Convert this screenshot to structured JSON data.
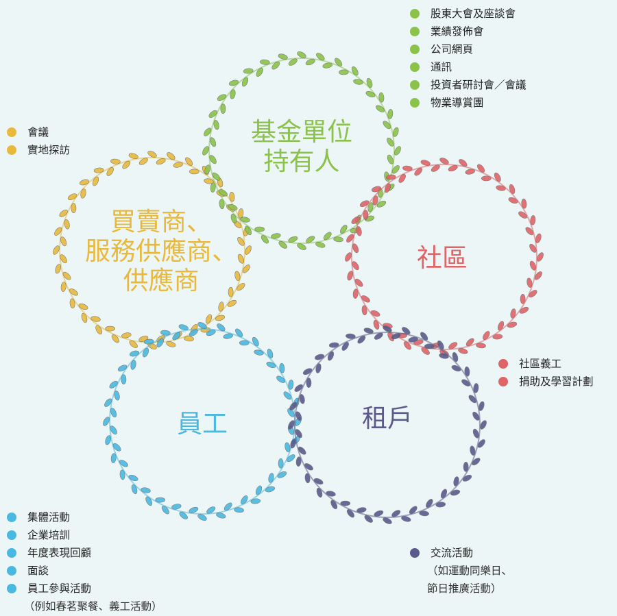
{
  "colors": {
    "background": "#ecf6f6",
    "unitholders": "#8bc34a",
    "community": "#e06366",
    "tenants": "#5a5a8c",
    "staff": "#4ab8e0",
    "suppliers": "#e8b93d"
  },
  "circles": {
    "unitholders": {
      "lines": [
        "基金單位",
        "持有人"
      ]
    },
    "community": {
      "lines": [
        "社區"
      ]
    },
    "tenants": {
      "lines": [
        "租戶"
      ]
    },
    "staff": {
      "lines": [
        "員工"
      ]
    },
    "suppliers": {
      "lines": [
        "買賣商、",
        "服務供應商、",
        "供應商"
      ]
    }
  },
  "lists": {
    "unitholders": [
      "股東大會及座談會",
      "業績發佈會",
      "公司網頁",
      "通訊",
      "投資者研討會／會議",
      "物業導賞團"
    ],
    "suppliers": [
      "會議",
      "實地探訪"
    ],
    "community": [
      "社區義工",
      "捐助及學習計劃"
    ],
    "tenants": {
      "items": [
        "交流活動"
      ],
      "notes": [
        "（如運動同樂日、",
        "節日推廣活動）"
      ]
    },
    "staff": {
      "items": [
        "集體活動",
        "企業培訓",
        "年度表現回顧",
        "面談",
        "員工參與活動"
      ],
      "notes": [
        "（例如春茗聚餐、義工活動）"
      ]
    }
  }
}
